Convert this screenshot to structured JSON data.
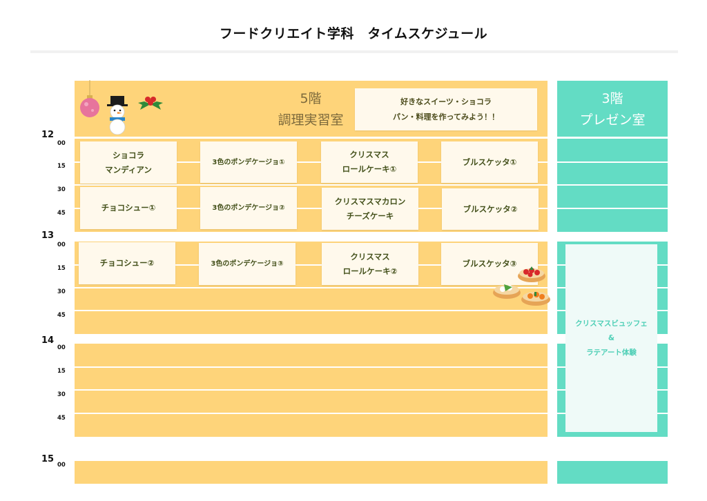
{
  "title": "フードクリエイト学科　タイムスケジュール",
  "rooms": {
    "floor5": {
      "floor": "5階",
      "name": "調理実習室"
    },
    "floor3": {
      "floor": "3階",
      "name": "プレゼン室"
    }
  },
  "intro": {
    "line1": "好きなスイーツ・ショコラ",
    "line2": "パン・料理を作ってみよう！！"
  },
  "timeline": {
    "hours": [
      "12",
      "13",
      "14",
      "15"
    ],
    "minutes": [
      "00",
      "15",
      "30",
      "45"
    ]
  },
  "sessions": {
    "s1": {
      "line1": "ショコラ",
      "line2": "マンディアン"
    },
    "s2": {
      "line1": "3色のポンデケージョ①"
    },
    "s3": {
      "line1": "クリスマス",
      "line2": "ロールケーキ①"
    },
    "s4": {
      "line1": "ブルスケッタ①"
    },
    "s5": {
      "line1": "チョコシュー①"
    },
    "s6": {
      "line1": "3色のポンデケージョ②"
    },
    "s7": {
      "line1": "クリスマスマカロン",
      "line2": "チーズケーキ"
    },
    "s8": {
      "line1": "ブルスケッタ②"
    },
    "s9": {
      "line1": "チョコシュー②"
    },
    "s10": {
      "line1": "3色のポンデケージョ③"
    },
    "s11": {
      "line1": "クリスマス",
      "line2": "ロールケーキ②"
    },
    "s12": {
      "line1": "ブルスケッタ③"
    }
  },
  "buffet": {
    "line1": "クリスマスビュッフェ",
    "line2": "&",
    "line3": "ラテアート体験"
  },
  "colors": {
    "kitchen_band": "#fed47a",
    "presentation_band": "#63dcc4",
    "card": "#fff9ec",
    "card_text": "#43501a",
    "buffet_text": "#4ecfb6"
  },
  "icons": [
    "ornament-icon",
    "snowman-icon",
    "holly-icon",
    "bruschetta-icon"
  ]
}
